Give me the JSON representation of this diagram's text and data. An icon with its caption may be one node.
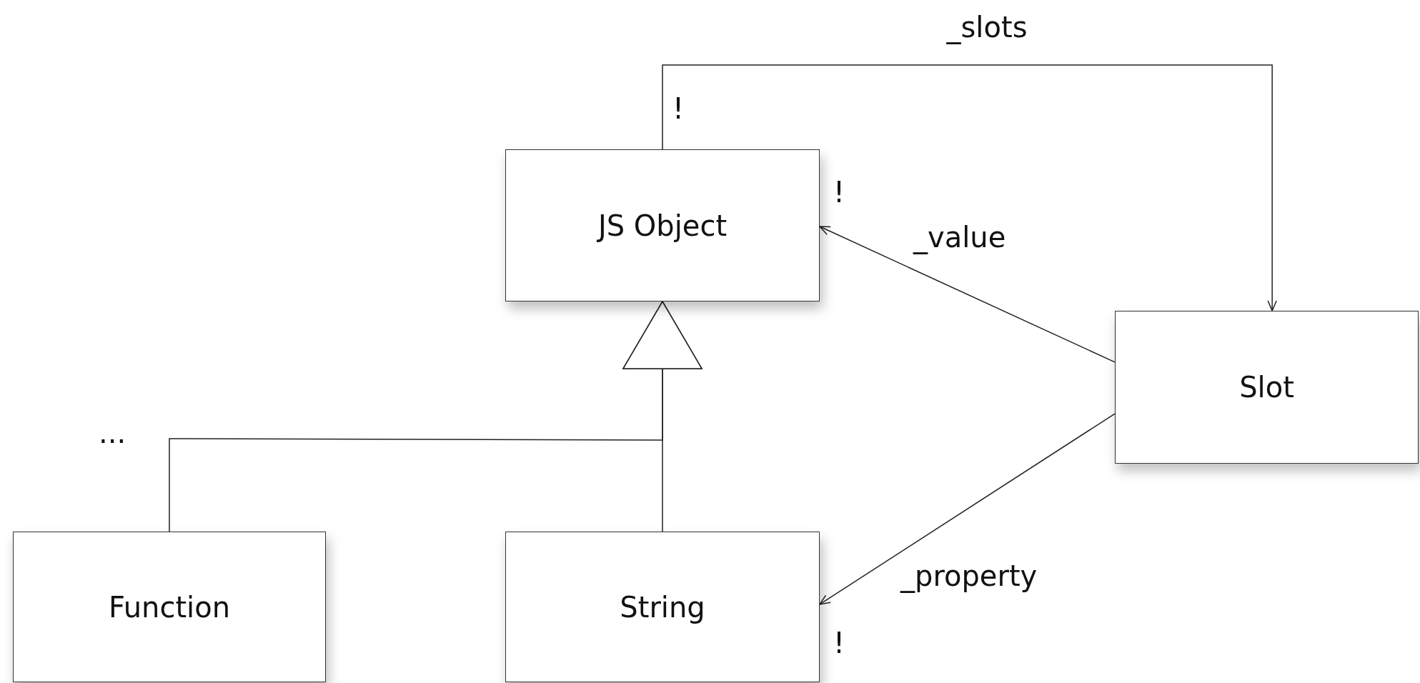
{
  "diagram": {
    "nodes": [
      {
        "text": [
          "JS Object"
        ],
        "beside": [
          "!"
        ]
      },
      {
        "text": [
          "Slot"
        ]
      },
      {
        "text": [
          "Function"
        ]
      },
      {
        "text": [
          "String"
        ],
        "beside": [
          "!"
        ]
      }
    ],
    "edges": [
      {
        "from": 0,
        "to": 1,
        "arrow": "to",
        "label": "_slots"
      },
      {
        "from": 1,
        "to": 0,
        "arrow": "to",
        "label": "_value"
      },
      {
        "from": 1,
        "to": 3,
        "arrow": "to",
        "label": "_property"
      },
      {
        "from": 2,
        "to": 0,
        "arrow": "to"
      },
      {
        "from": 3,
        "to": 0,
        "arrow": "to"
      }
    ],
    "labels": [
      "!",
      "..."
    ]
  }
}
